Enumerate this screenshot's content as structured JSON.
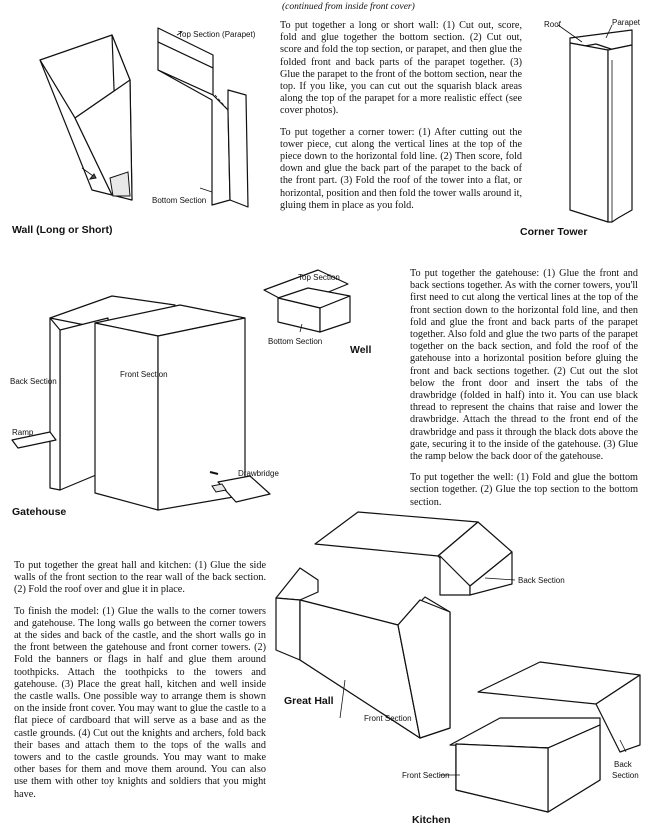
{
  "continued_note": "(continued from inside front cover)",
  "wall_text": "To put together a long or short wall: (1) Cut out, score, fold and glue together the bottom section. (2) Cut out, score and fold the top section, or parapet, and then glue the folded front and back parts of the parapet together. (3) Glue the parapet to the front of the bottom section, near the top. If you like, you can cut out the squarish black areas along the top of the parapet for a more realistic effect (see cover photos).",
  "tower_text": "To put together a corner tower: (1) After cutting out the tower piece, cut along the vertical lines at the top of the piece down to the horizontal fold line. (2) Then score, fold down and glue the back part of the parapet to the back of the front part. (3) Fold the roof of the tower into a flat, or horizontal, position and then fold the tower walls around it, gluing them in place as you fold.",
  "gatehouse_text": "To put together the gatehouse: (1) Glue the front and back sections together. As with the corner towers, you'll first need to cut along the vertical lines at the top of the front section down to the horizontal fold line, and then fold and glue the front and back parts of the parapet together. Also fold and glue the two parts of the parapet together on the back section, and fold the roof of the gatehouse into a horizontal position before gluing the front and back sections together. (2) Cut out the slot below the front door and insert the tabs of the drawbridge (folded in half) into it. You can use black thread to represent the chains that raise and lower the drawbridge. Attach the thread to the front end of the drawbridge and pass it through the black dots above the gate, securing it to the inside of the gatehouse. (3) Glue the ramp below the back door of the gatehouse.",
  "well_text": "To put together the well: (1) Fold and glue the bottom section together. (2) Glue the top section to the bottom section.",
  "hall_text": "To put together the great hall and kitchen: (1) Glue the side walls of the front section to the rear wall of the back section. (2) Fold the roof over and glue it in place.",
  "finish_text": "To finish the model: (1) Glue the walls to the corner towers and gatehouse. The long walls go between the corner towers at the sides and back of the castle, and the short walls go in the front between the gatehouse and front corner towers. (2) Fold the banners or flags in half and glue them around toothpicks. Attach the toothpicks to the towers and gatehouse. (3) Place the great hall, kitchen and well inside the castle walls. One possible way to arrange them is shown on the inside front cover. You may want to glue the castle to a flat piece of cardboard that will serve as a base and as the castle grounds. (4) Cut out the knights and archers, fold back their bases and attach them to the tops of the walls and towers and to the castle grounds. You may want to make other bases for them and move them around. You can also use them with other toy knights and soldiers that you might have.",
  "captions": {
    "wall": "Wall (Long or Short)",
    "tower": "Corner Tower",
    "well": "Well",
    "gatehouse": "Gatehouse",
    "hall": "Great Hall",
    "kitchen": "Kitchen"
  },
  "labels": {
    "top_section_parapet": "Top Section (Parapet)",
    "bottom_section_wall": "Bottom Section",
    "roof": "Roof",
    "parapet": "Parapet",
    "top_section_well": "Top Section",
    "bottom_section_well": "Bottom Section",
    "back_section_gate": "Back Section",
    "front_section_gate": "Front Section",
    "ramp": "Ramp",
    "drawbridge": "Drawbridge",
    "back_section_hall": "Back Section",
    "front_section_hall": "Front Section",
    "front_section_kitchen": "Front Section",
    "back_section_kitchen_1": "Back",
    "back_section_kitchen_2": "Section"
  }
}
